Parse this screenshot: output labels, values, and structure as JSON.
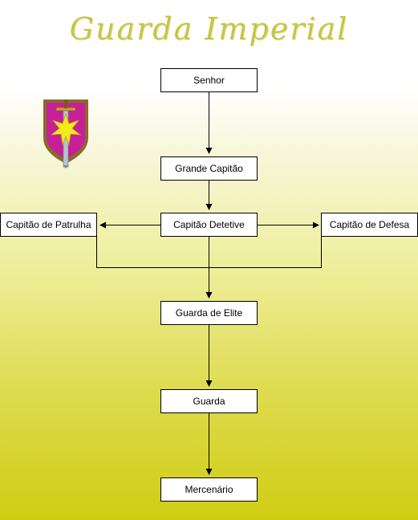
{
  "title": "Guarda Imperial",
  "colors": {
    "title": "#c7c44a",
    "shield_fill": "#c81e9a",
    "shield_border": "#8a6a2a",
    "star": "#f2ea1a"
  },
  "icons": {
    "crest": "shield-sword-star-icon"
  },
  "nodes": {
    "senhor": "Senhor",
    "grande_capitao": "Grande Capitão",
    "capitao_detetive": "Capitão Detetive",
    "capitao_patrulha": "Capitão de Patrulha",
    "capitao_defesa": "Capitão de Defesa",
    "guarda_elite": "Guarda de Elite",
    "guarda": "Guarda",
    "mercenario": "Mercenário"
  }
}
